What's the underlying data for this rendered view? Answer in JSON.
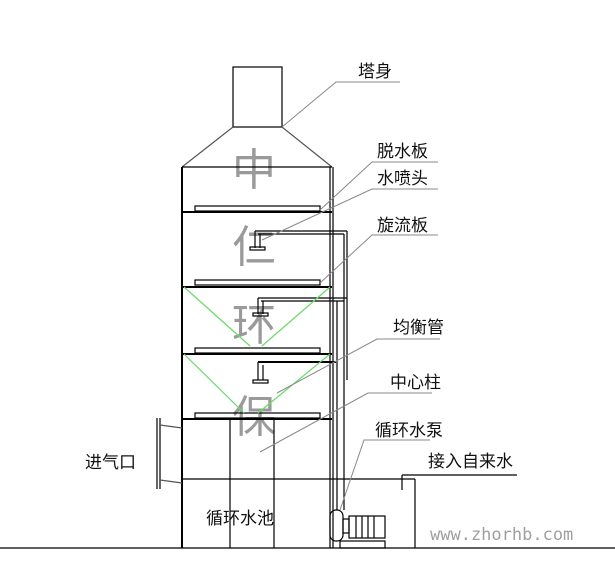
{
  "labels": {
    "tower_body": "塔身",
    "demister": "脱水板",
    "spray_nozzle": "水喷头",
    "swirl_plate": "旋流板",
    "balance_pipe": "均衡管",
    "center_column": "中心柱",
    "circulation_pump": "循环水泵",
    "tap_water_inlet": "接入自来水",
    "air_inlet": "进气口",
    "circulation_tank": "循环水池"
  },
  "watermark": {
    "chars": [
      "中",
      "仁",
      "环",
      "保"
    ],
    "url": "www.zhorhb.com"
  },
  "colors": {
    "line": "#000000",
    "swirl": "#66dd66",
    "leader": "#888888",
    "watermark": "#9a9a9a"
  }
}
